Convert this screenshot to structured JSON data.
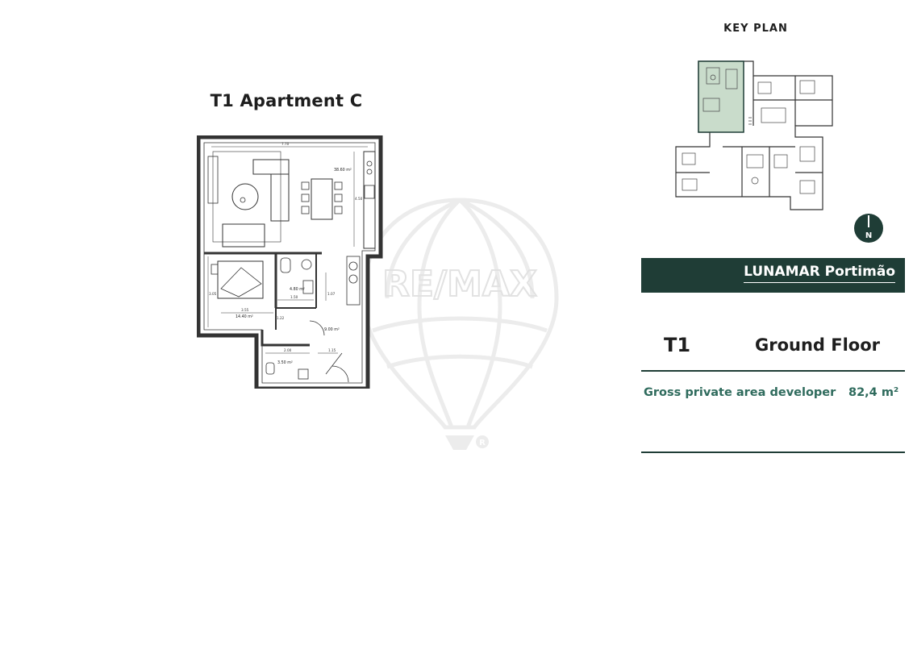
{
  "plan": {
    "title": "T1 Apartment C",
    "rooms": {
      "living_area": "38.60 m²",
      "bathroom_area": "4.80 m²",
      "bedroom_area": "14.40 m²",
      "hall_area": "9.00 m²",
      "wc_area": "3.50 m²"
    },
    "dimensions": {
      "top_width": "7.70",
      "living_depth": "4.50",
      "mid_width": "3.55",
      "bath_width": "1.50",
      "hall_width": "1.07",
      "bedroom_depth": "3.05",
      "wc_width": "2.00",
      "door_width": "1.15",
      "hall_height": "1.22"
    }
  },
  "key_plan": {
    "label": "KEY PLAN"
  },
  "north": {
    "label": "N"
  },
  "watermark": {
    "text": "RE/MAX",
    "registered": "R"
  },
  "development": {
    "name": "LUNAMAR Portimão"
  },
  "unit": {
    "type": "T1",
    "floor": "Ground Floor"
  },
  "area": {
    "label": "Gross private area developer",
    "value": "82,4 m²"
  },
  "colors": {
    "brand_green": "#1f3d36",
    "text_green": "#2f6b5d",
    "highlight": "#c9dccb"
  }
}
